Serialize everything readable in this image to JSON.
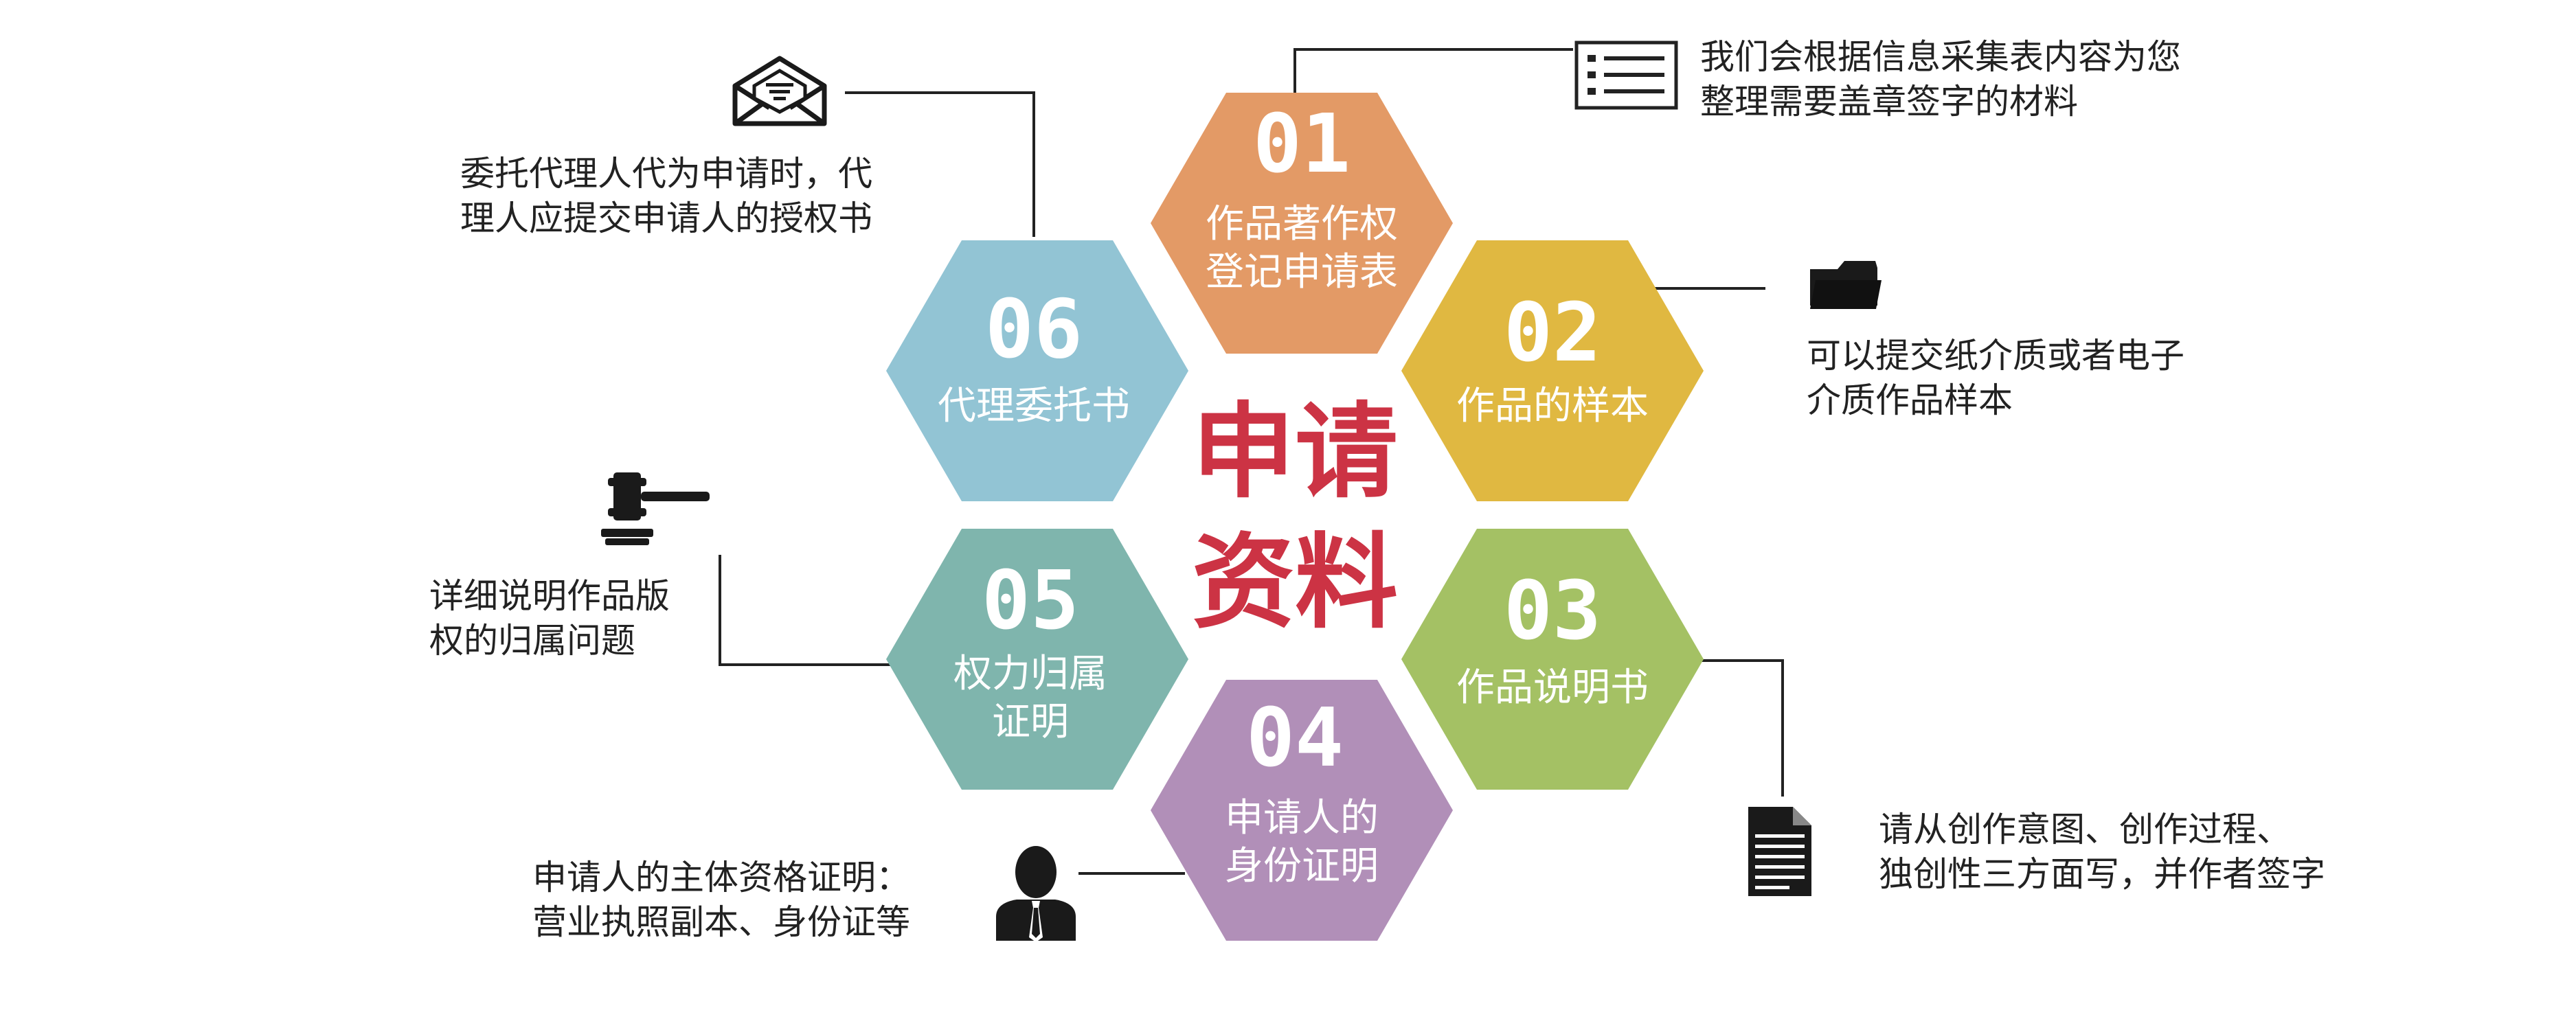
{
  "center": {
    "line1": "申请",
    "line2": "资料",
    "color": "#cc3344"
  },
  "items": [
    {
      "num": "01",
      "label": [
        "作品著作权",
        "登记申请表"
      ],
      "color": "#e39a66",
      "note": [
        "我们会根据信息采集表内容为您",
        "整理需要盖章签字的材料"
      ],
      "icon": "form-list-icon"
    },
    {
      "num": "02",
      "label": [
        "作品的样本"
      ],
      "color": "#e0b841",
      "note": [
        "可以提交纸介质或者电子",
        "介质作品样本"
      ],
      "icon": "folder-icon"
    },
    {
      "num": "03",
      "label": [
        "作品说明书"
      ],
      "color": "#a4c164",
      "note": [
        "请从创作意图、创作过程、",
        "独创性三方面写，并作者签字"
      ],
      "icon": "document-icon"
    },
    {
      "num": "04",
      "label": [
        "申请人的",
        "身份证明"
      ],
      "color": "#b18fb8",
      "note": [
        "申请人的主体资格证明：",
        "营业执照副本、身份证等"
      ],
      "icon": "person-icon"
    },
    {
      "num": "05",
      "label": [
        "权力归属",
        "证明"
      ],
      "color": "#7fb5ad",
      "note": [
        "详细说明作品版",
        "权的归属问题"
      ],
      "icon": "gavel-icon"
    },
    {
      "num": "06",
      "label": [
        "代理委托书"
      ],
      "color": "#92c4d4",
      "note": [
        "委托代理人代为申请时，代",
        "理人应提交申请人的授权书"
      ],
      "icon": "envelope-icon"
    }
  ]
}
